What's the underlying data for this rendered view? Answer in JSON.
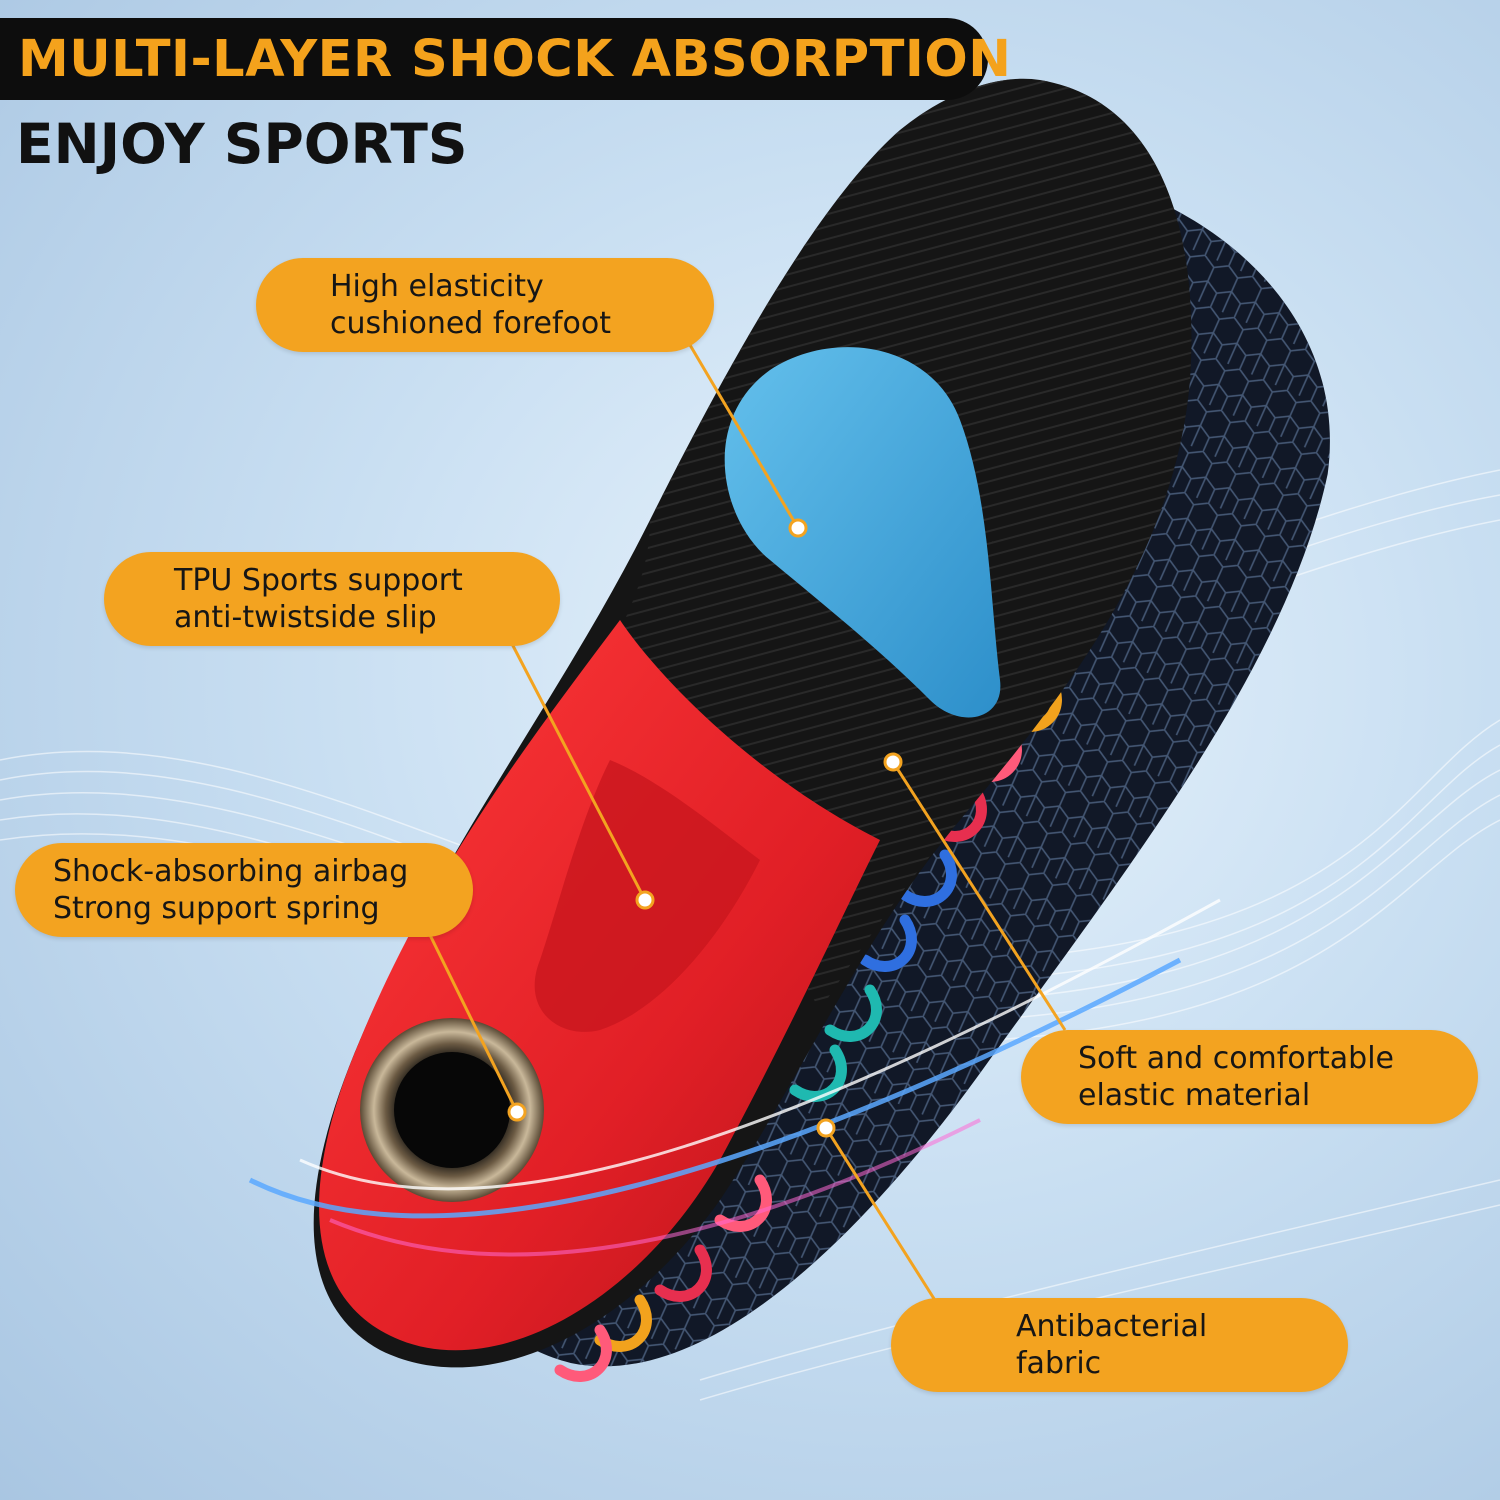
{
  "headline": {
    "text": "MULTI-LAYER SHOCK ABSORPTION",
    "text_color": "#f4a21c",
    "background": "#0d0d0d"
  },
  "subheadline": {
    "text": "ENJOY SPORTS",
    "color": "#111111"
  },
  "callouts": [
    {
      "id": "forefoot",
      "text": "High elasticity\ncushioned forefoot"
    },
    {
      "id": "tpu",
      "text": "TPU Sports support\nanti-twistside slip"
    },
    {
      "id": "airbag",
      "text": "Shock-absorbing airbag\nStrong support spring"
    },
    {
      "id": "soft",
      "text": "Soft and comfortable\nelastic material"
    },
    {
      "id": "fabric",
      "text": "Antibacterial\nfabric"
    }
  ],
  "colors": {
    "callout_fill": "#f3a320",
    "leader_line": "#f3a320",
    "insole_black": "#151515",
    "forefoot_pad": "#3ea6dc",
    "heel_cup": "#e3252b",
    "spring_colors": [
      "#f2a21d",
      "#e72f4f",
      "#2f6fe0",
      "#1fb9b0",
      "#ff5a7a"
    ]
  }
}
